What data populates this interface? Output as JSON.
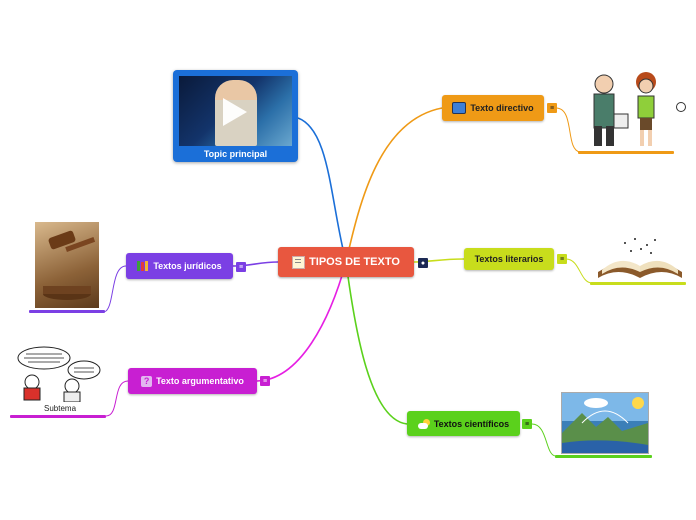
{
  "center": {
    "label": "TIPOS DE TEXTO",
    "icon": "memo-icon"
  },
  "topic": {
    "label": "Topic principal",
    "icon": "play-icon"
  },
  "branches": {
    "directivo": {
      "label": "Texto directivo",
      "icon": "computer-icon"
    },
    "literarios": {
      "label": "Textos literarios"
    },
    "cientificos": {
      "label": "Textos científicos",
      "icon": "weather-icon"
    },
    "juridicos": {
      "label": "Textos jurídicos",
      "icon": "books-icon"
    },
    "argumentativo": {
      "label": "Texto argumentativo",
      "icon": "question-icon"
    }
  },
  "subtema": {
    "label": "Subtema"
  },
  "colors": {
    "center": "#e8573f",
    "directivo": "#ef9a16",
    "literarios": "#c8dd1c",
    "cientificos": "#5bd11c",
    "juridicos": "#7b3fe4",
    "argumentativo": "#c81fd2",
    "topic": "#1b6fd8"
  }
}
